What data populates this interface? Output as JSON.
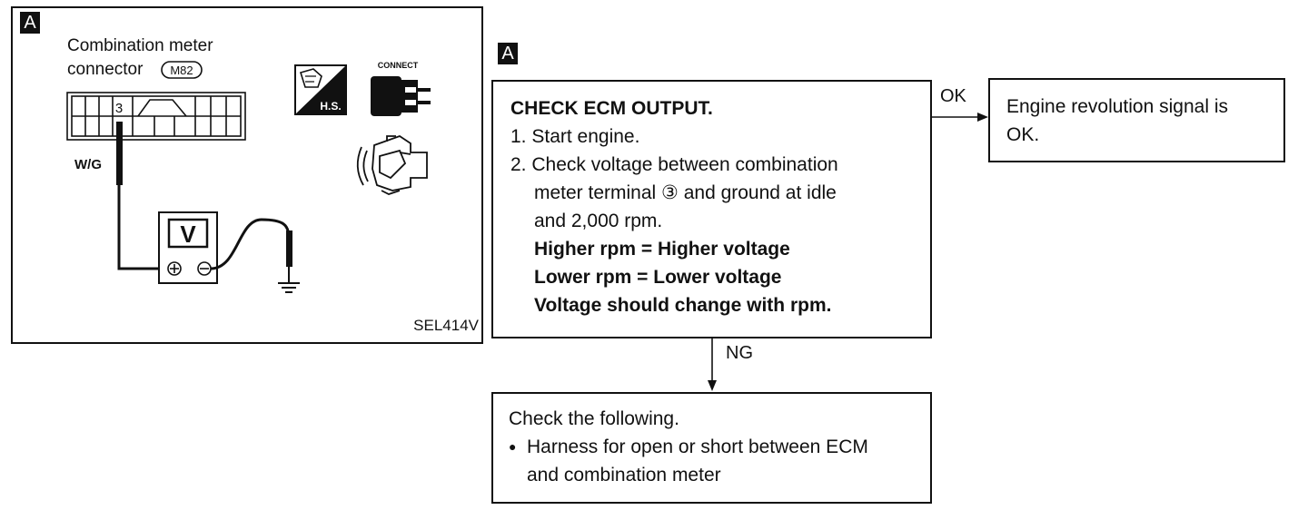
{
  "illustration": {
    "tag": "A",
    "connector_title_line1": "Combination meter",
    "connector_title_line2": "connector",
    "connector_id": "M82",
    "terminal_number": "3",
    "wire_color": "W/G",
    "meter_symbol": "V",
    "hs_label": "H.S.",
    "connect_label": "CONNECT",
    "figure_code": "SEL414V",
    "icons": [
      "harness-connector-hs-icon",
      "connect-plug-icon",
      "engine-running-icon",
      "ground-icon"
    ]
  },
  "flow": {
    "tag": "A",
    "check_box": {
      "heading": "CHECK ECM OUTPUT.",
      "step1": "1. Start engine.",
      "step2_line1": "2. Check voltage between combination",
      "step2_line2_pre": "meter terminal",
      "terminal_circled": "③",
      "step2_line2_post": " and ground at idle",
      "step2_line3": "and 2,000 rpm.",
      "bold_line1": "Higher rpm = Higher voltage",
      "bold_line2": "Lower rpm = Lower voltage",
      "bold_line3": "Voltage should change with rpm."
    },
    "ok_label": "OK",
    "ok_box": {
      "line1": "Engine revolution signal is",
      "line2": "OK."
    },
    "ng_label": "NG",
    "ng_box": {
      "line1": "Check the following.",
      "bullet": "●",
      "bullet_line1": "Harness for open or short between ECM",
      "bullet_line2": "and combination meter"
    }
  }
}
